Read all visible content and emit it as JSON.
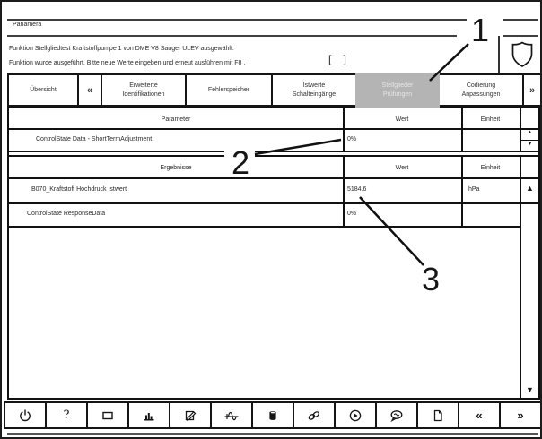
{
  "header": {
    "model": "Panamera",
    "status_line1": "Funktion Stellgliedtest Kraftstoffpumpe 1 von DME V8 Sauger ULEV ausgewählt.",
    "status_line2": "Funktion wurde ausgeführt. Bitte neue Werte eingeben und erneut ausführen mit F8 .",
    "brackets": "[ ]"
  },
  "callouts": {
    "c1": "1",
    "c2": "2",
    "c3": "3"
  },
  "tabs": [
    {
      "line1": "Übersicht",
      "line2": ""
    },
    {
      "line1": "«",
      "line2": ""
    },
    {
      "line1": "Erweiterte",
      "line2": "Identifikationen"
    },
    {
      "line1": "Fehlerspeicher",
      "line2": ""
    },
    {
      "line1": "Istwerte",
      "line2": "Schalteingänge"
    },
    {
      "line1": "Stellglieder",
      "line2": "Prüfungen",
      "selected": "true"
    },
    {
      "line1": "Codierung",
      "line2": "Anpassungen"
    },
    {
      "line1": "»",
      "line2": ""
    }
  ],
  "parameter_table": {
    "col_parameter": "Parameter",
    "col_wert": "Wert",
    "col_einheit": "Einheit",
    "rows": [
      {
        "name": "ControlState Data - ShortTermAdjustment",
        "wert": "0%",
        "einheit": ""
      }
    ]
  },
  "results_table": {
    "col_ergebnisse": "Ergebnisse",
    "col_wert": "Wert",
    "col_einheit": "Einheit",
    "rows": [
      {
        "name": "B070_Kraftstoff Hochdruck Istwert",
        "wert": "5184.6",
        "einheit": "hPa"
      },
      {
        "name": "ControlState ResponseData",
        "wert": "0%",
        "einheit": ""
      }
    ]
  },
  "scrollbars": {
    "param_up": "▲",
    "param_down": "▼",
    "results_up": "▲",
    "results_down": "▼"
  },
  "toolbar": {
    "buttons": [
      {
        "icon": "power-icon",
        "label": ""
      },
      {
        "icon": "question-icon",
        "label": "?"
      },
      {
        "icon": "rectangle-icon",
        "label": ""
      },
      {
        "icon": "bar-chart-icon",
        "label": ""
      },
      {
        "icon": "note-edit-icon",
        "label": ""
      },
      {
        "icon": "waveform-icon",
        "label": ""
      },
      {
        "icon": "trash-icon",
        "label": ""
      },
      {
        "icon": "link-icon",
        "label": ""
      },
      {
        "icon": "play-circle-icon",
        "label": ""
      },
      {
        "icon": "speech-bubble-icon",
        "label": ""
      },
      {
        "icon": "document-icon",
        "label": ""
      },
      {
        "icon": "double-chevron-left",
        "label": "«"
      },
      {
        "icon": "double-chevron-right",
        "label": "»"
      }
    ]
  },
  "colors": {
    "selected_tab_bg": "#b4b4b4",
    "selected_tab_text": "#e6e6e6",
    "border": "#111111",
    "rule": "#3f3f3f"
  }
}
